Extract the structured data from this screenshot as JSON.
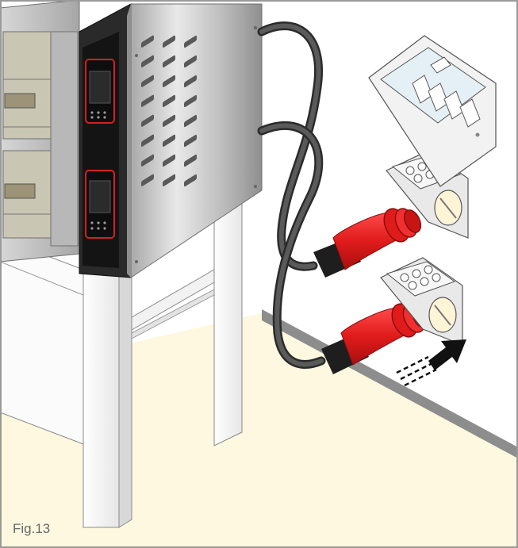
{
  "figure": {
    "label": "Fig.13"
  },
  "colors": {
    "floor": "#fdf8df",
    "frame": "#9a9a9a",
    "cable": "#4a4a4a",
    "plug": "#e01b1b",
    "panel": "#1a1a1a",
    "steel": "#c8c8c8"
  },
  "icons": {
    "insert_arrow": "arrow-upper-right",
    "electrical_panel": "breaker-box",
    "socket": "six-pin-socket"
  }
}
